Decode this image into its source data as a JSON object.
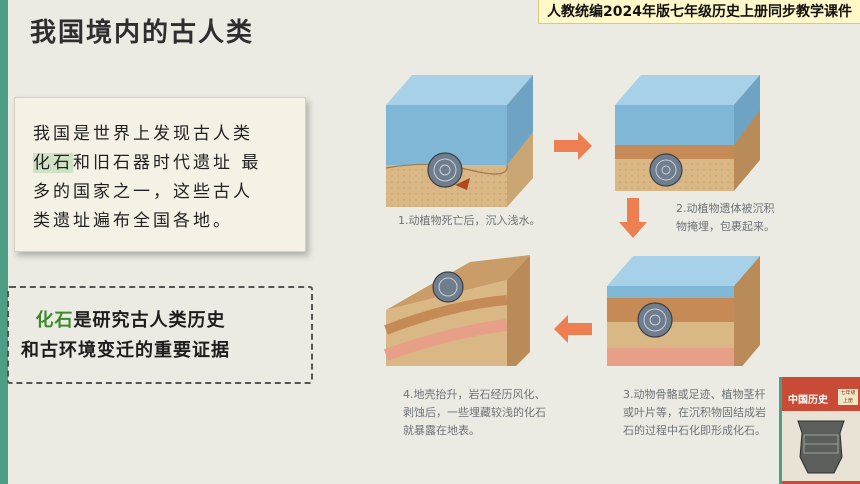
{
  "slide": {
    "title": "我国境内的古人类",
    "course_banner": "人教统编2024年版七年级历史上册同步教学课件",
    "card": {
      "line1": "我国是世界上发现古人类",
      "highlight": "化石",
      "line2_rest": "和旧石器时代遗址 最",
      "line3": "多的国家之一，这些古人",
      "line4": "类遗址遍布全国各地。"
    },
    "note": {
      "highlight": "化石",
      "line1_rest": "是研究古人类历史",
      "line2": "和古环境变迁的重要证据"
    }
  },
  "fossil_steps": [
    {
      "line1": "1.动植物死亡后，沉入浅水。"
    },
    {
      "line1": "2.动植物遗体被沉积",
      "line2": "物掩埋，包裹起来。"
    },
    {
      "line1": "3.动物骨骼或足迹、植物茎杆",
      "line2": "或叶片等，在沉积物固结成岩",
      "line3": "石的过程中石化即形成化石。"
    },
    {
      "line1": "4.地壳抬升，岩石经历风化、",
      "line2": "剥蚀后，一些埋藏较浅的化石",
      "line3": "就暴露在地表。"
    }
  ],
  "book": {
    "title": "中国历史",
    "badge": "七年级 上册"
  },
  "colors": {
    "accent_green": "#4e9e86",
    "arrow_orange": "#ee7f52",
    "water_blue": "#80b7d6",
    "sediment_tan": "#d9b886",
    "highlight_green": "#3c8a2c"
  }
}
